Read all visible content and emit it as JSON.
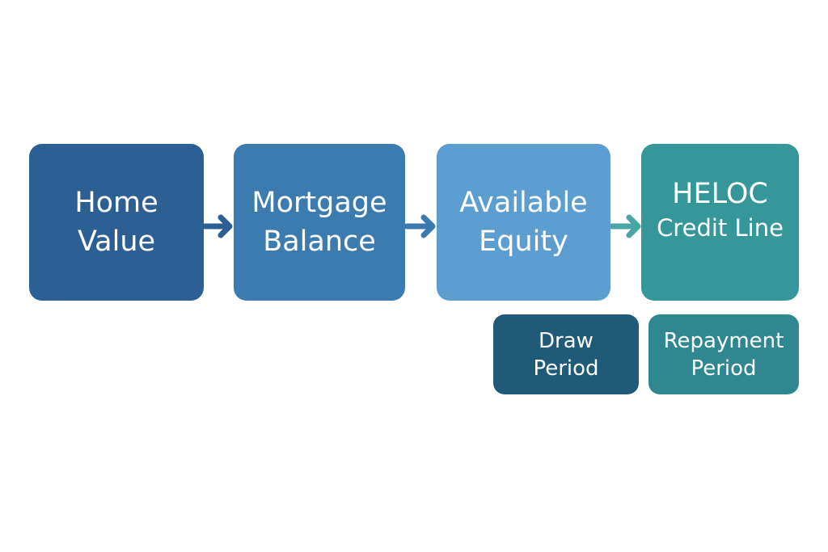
{
  "diagram": {
    "nodes": [
      {
        "id": "home_value",
        "lines": [
          "Home",
          "Value"
        ],
        "color": "#2c5f93"
      },
      {
        "id": "mortgage_balance",
        "lines": [
          "Mortgage",
          "Balance"
        ],
        "color": "#3c7bb0"
      },
      {
        "id": "available_equity",
        "lines": [
          "Available",
          "Equity"
        ],
        "color": "#5b9ecf"
      },
      {
        "id": "heloc_credit_line",
        "lines": [
          "HELOC",
          "Credit Line"
        ],
        "color": "#35979a"
      },
      {
        "id": "draw_period",
        "lines": [
          "Draw",
          "Period"
        ],
        "color": "#1f5a78"
      },
      {
        "id": "repayment_period",
        "lines": [
          "Repayment",
          "Period"
        ],
        "color": "#2f8891"
      }
    ],
    "edges": [
      {
        "from": "home_value",
        "to": "mortgage_balance",
        "color": "#2c5f93"
      },
      {
        "from": "mortgage_balance",
        "to": "available_equity",
        "color": "#3c7bb0"
      },
      {
        "from": "available_equity",
        "to": "heloc_credit_line",
        "color": "#4aa5a5"
      }
    ]
  }
}
